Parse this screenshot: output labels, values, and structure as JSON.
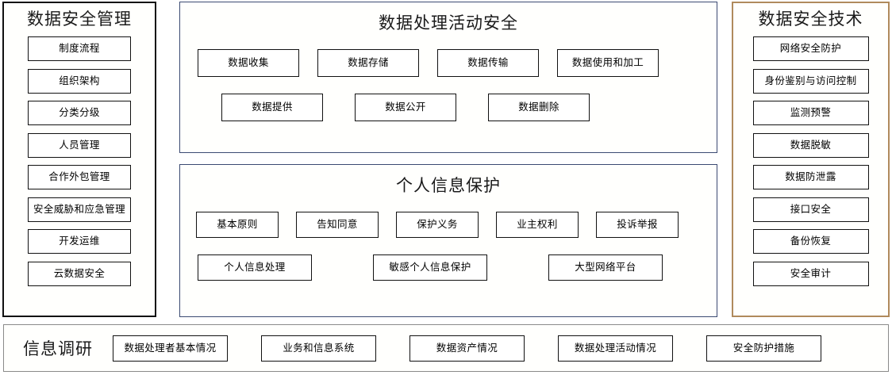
{
  "management": {
    "title": "数据安全管理",
    "items": [
      {
        "label": "制度流程"
      },
      {
        "label": "组织架构"
      },
      {
        "label": "分类分级"
      },
      {
        "label": "人员管理"
      },
      {
        "label": "合作外包管理"
      },
      {
        "label": "安全威胁和应急管理"
      },
      {
        "label": "开发运维"
      },
      {
        "label": "云数据安全"
      }
    ],
    "border_color": "#111111"
  },
  "activity": {
    "title": "数据处理活动安全",
    "row1": [
      {
        "label": "数据收集"
      },
      {
        "label": "数据存储"
      },
      {
        "label": "数据传输"
      },
      {
        "label": "数据使用和加工"
      }
    ],
    "row2": [
      {
        "label": "数据提供"
      },
      {
        "label": "数据公开"
      },
      {
        "label": "数据删除"
      }
    ],
    "border_color": "#3b4a72"
  },
  "personal_info": {
    "title": "个人信息保护",
    "row1": [
      {
        "label": "基本原则"
      },
      {
        "label": "告知同意"
      },
      {
        "label": "保护义务"
      },
      {
        "label": "业主权利"
      },
      {
        "label": "投诉举报"
      }
    ],
    "row2": [
      {
        "label": "个人信息处理"
      },
      {
        "label": "敏感个人信息保护"
      },
      {
        "label": "大型网络平台"
      }
    ],
    "border_color": "#3b4a72"
  },
  "technology": {
    "title": "数据安全技术",
    "items": [
      {
        "label": "网络安全防护"
      },
      {
        "label": "身份鉴别与访问控制"
      },
      {
        "label": "监测预警"
      },
      {
        "label": "数据脱敏"
      },
      {
        "label": "数据防泄露"
      },
      {
        "label": "接口安全"
      },
      {
        "label": "备份恢复"
      },
      {
        "label": "安全审计"
      }
    ],
    "border_color": "#b08a5c"
  },
  "survey": {
    "title": "信息调研",
    "items": [
      {
        "label": "数据处理者基本情况"
      },
      {
        "label": "业务和信息系统"
      },
      {
        "label": "数据资产情况"
      },
      {
        "label": "数据处理活动情况"
      },
      {
        "label": "安全防护措施"
      }
    ],
    "border_color": "#8a8a8a"
  }
}
